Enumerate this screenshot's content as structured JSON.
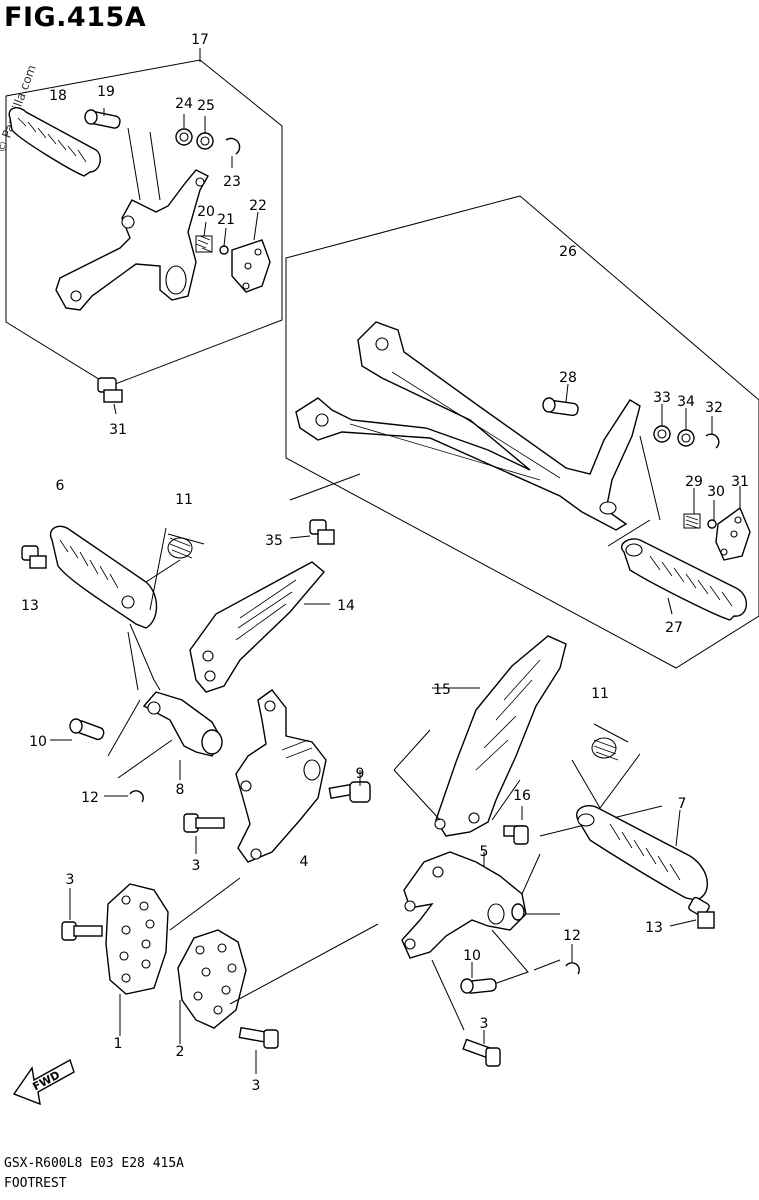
{
  "figure_title": "FIG.415A",
  "footer": {
    "model_line": "GSX-R600L8 E03 E28 415A",
    "section_name": "FOOTREST"
  },
  "watermark": "© Partzilla.com",
  "fwd_label": "FWD",
  "callouts": [
    "17",
    "18",
    "19",
    "24",
    "25",
    "23",
    "20",
    "21",
    "22",
    "31",
    "26",
    "28",
    "33",
    "34",
    "32",
    "29",
    "30",
    "31",
    "27",
    "35",
    "6",
    "11",
    "13",
    "14",
    "10",
    "12",
    "8",
    "15",
    "11",
    "7",
    "9",
    "16",
    "5",
    "3",
    "4",
    "3",
    "3",
    "12",
    "13",
    "10",
    "1",
    "2",
    "3",
    "3"
  ]
}
